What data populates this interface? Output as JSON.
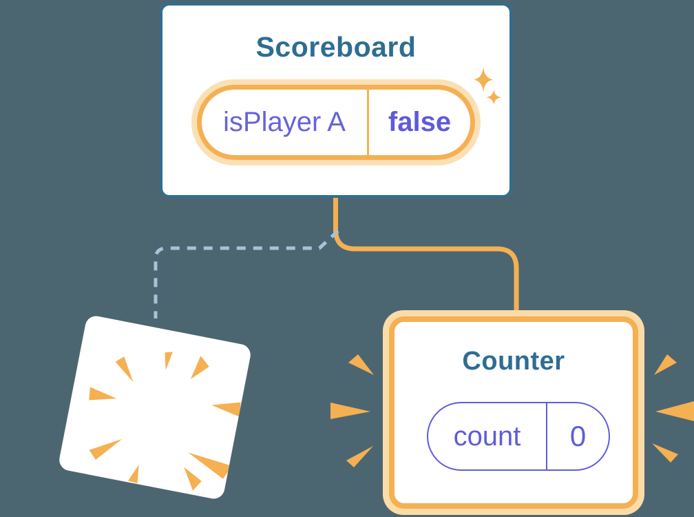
{
  "diagram": {
    "description": "Component state tree: Scoreboard parent keeps state while one child is removed (poof) and a new Counter child is mounted with fresh state",
    "connections": [
      {
        "from": "Scoreboard",
        "to": "Counter",
        "style": "solid-orange"
      },
      {
        "from": "Scoreboard",
        "to": "removed-component",
        "style": "dashed-blue"
      }
    ]
  },
  "scoreboard": {
    "title": "Scoreboard",
    "state": {
      "label": "isPlayer A",
      "value": "false"
    }
  },
  "counter": {
    "title": "Counter",
    "state": {
      "label": "count",
      "value": "0"
    }
  },
  "icons": {
    "sparkle_large": "sparkle-icon",
    "sparkle_small": "sparkle-icon",
    "poof_burst": "poof-burst-icon",
    "emphasis_bursts": "burst-ray-icon"
  },
  "colors": {
    "background": "#4C6671",
    "card_border_blue": "#2F6E92",
    "title_blue": "#2E6D92",
    "orange": "#F5B052",
    "orange_light_ring": "#FBE0B6",
    "orange_light_ring_counter": "#FBDCA9",
    "purple": "#6663DC",
    "purple_bold": "#5E5BD8",
    "dashed_line_blue": "#A9C2D8",
    "card_white": "#FFFFFF"
  }
}
